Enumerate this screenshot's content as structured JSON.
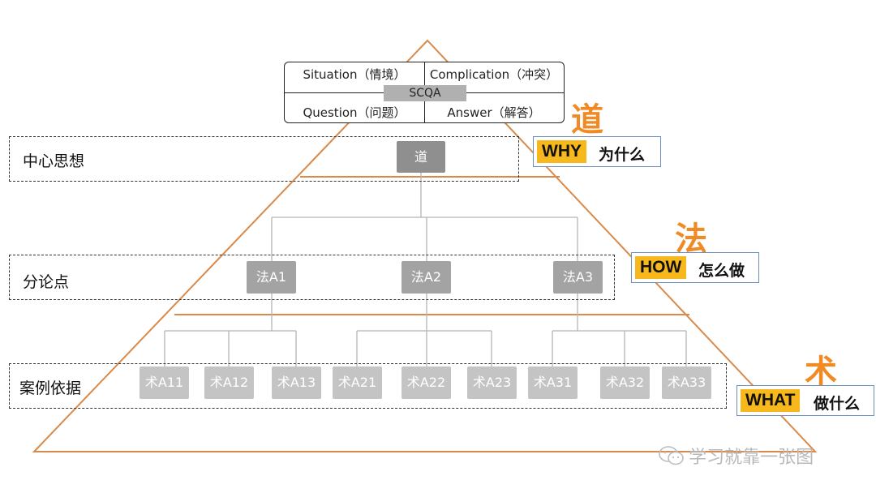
{
  "scqa": {
    "situation": "Situation（情境）",
    "complication": "Complication（冲突）",
    "question": "Question（问题）",
    "answer": "Answer（解答）",
    "center": "SCQA"
  },
  "rows": {
    "central": "中心思想",
    "points": "分论点",
    "cases": "案例依据"
  },
  "nodes": {
    "dao": "道",
    "fa": [
      "法A1",
      "法A2",
      "法A3"
    ],
    "shu": [
      "术A11",
      "术A12",
      "术A13",
      "术A21",
      "术A22",
      "术A23",
      "术A31",
      "术A32",
      "术A33"
    ]
  },
  "levels": [
    {
      "char": "道",
      "en": "WHY",
      "cn": "为什么"
    },
    {
      "char": "法",
      "en": "HOW",
      "cn": "怎么做"
    },
    {
      "char": "术",
      "en": "WHAT",
      "cn": "做什么"
    }
  ],
  "watermark": "学习就靠一张图",
  "colors": {
    "accent": "#f08a24",
    "highlight": "#f6b81c",
    "node": "#a3a3a3",
    "pyramid": "#d98a4a"
  }
}
